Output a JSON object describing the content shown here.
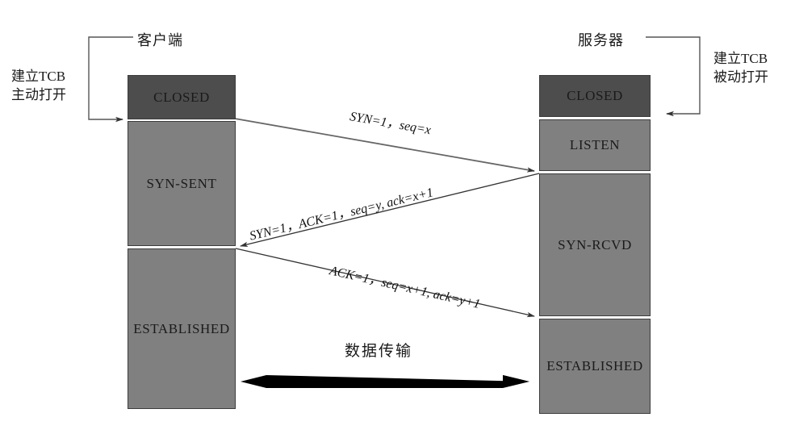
{
  "diagram": {
    "title_client": "客户端",
    "title_server": "服务器",
    "client_note": "建立TCB\n主动打开",
    "client_note_line1": "建立TCB",
    "client_note_line2": "主动打开",
    "server_note_line1": "建立TCB",
    "server_note_line2": "被动打开",
    "data_transfer_label": "数据传输"
  },
  "colors": {
    "box_dark": "#4d4d4d",
    "box_light": "#808080",
    "box_border": "#3c3c3c",
    "arrow_line": "#555555",
    "thick_arrow": "#000000",
    "text": "#1a1a1a",
    "background": "#ffffff"
  },
  "client": {
    "name": "客户端",
    "states": [
      {
        "label": "CLOSED",
        "shade": "dark"
      },
      {
        "label": "SYN-SENT",
        "shade": "light"
      },
      {
        "label": "ESTABLISHED",
        "shade": "light"
      }
    ]
  },
  "server": {
    "name": "服务器",
    "states": [
      {
        "label": "CLOSED",
        "shade": "dark"
      },
      {
        "label": "LISTEN",
        "shade": "light"
      },
      {
        "label": "SYN-RCVD",
        "shade": "light"
      },
      {
        "label": "ESTABLISHED",
        "shade": "light"
      }
    ]
  },
  "messages": [
    {
      "label": "SYN=1，seq=x",
      "direction": "client-to-server"
    },
    {
      "label": "SYN=1，ACK=1，seq=y, ack=x+1",
      "direction": "server-to-client"
    },
    {
      "label": "ACK=1，seq=x+1, ack=y+1",
      "direction": "client-to-server"
    }
  ]
}
